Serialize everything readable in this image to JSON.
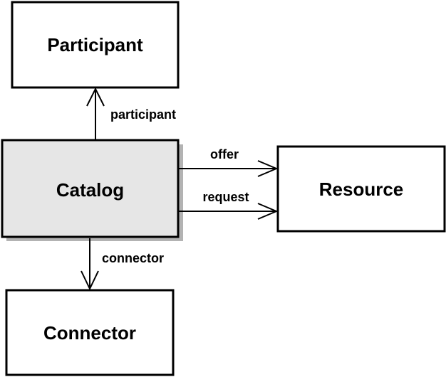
{
  "nodes": {
    "participant": {
      "label": "Participant"
    },
    "catalog": {
      "label": "Catalog"
    },
    "resource": {
      "label": "Resource"
    },
    "connector": {
      "label": "Connector"
    }
  },
  "edges": {
    "participant": {
      "label": "participant"
    },
    "offer": {
      "label": "offer"
    },
    "request": {
      "label": "request"
    },
    "connector": {
      "label": "connector"
    }
  },
  "colors": {
    "catalog_fill": "#e6e6e6",
    "box_fill": "#ffffff",
    "shadow": "#b3b3b3",
    "stroke": "#000000"
  }
}
